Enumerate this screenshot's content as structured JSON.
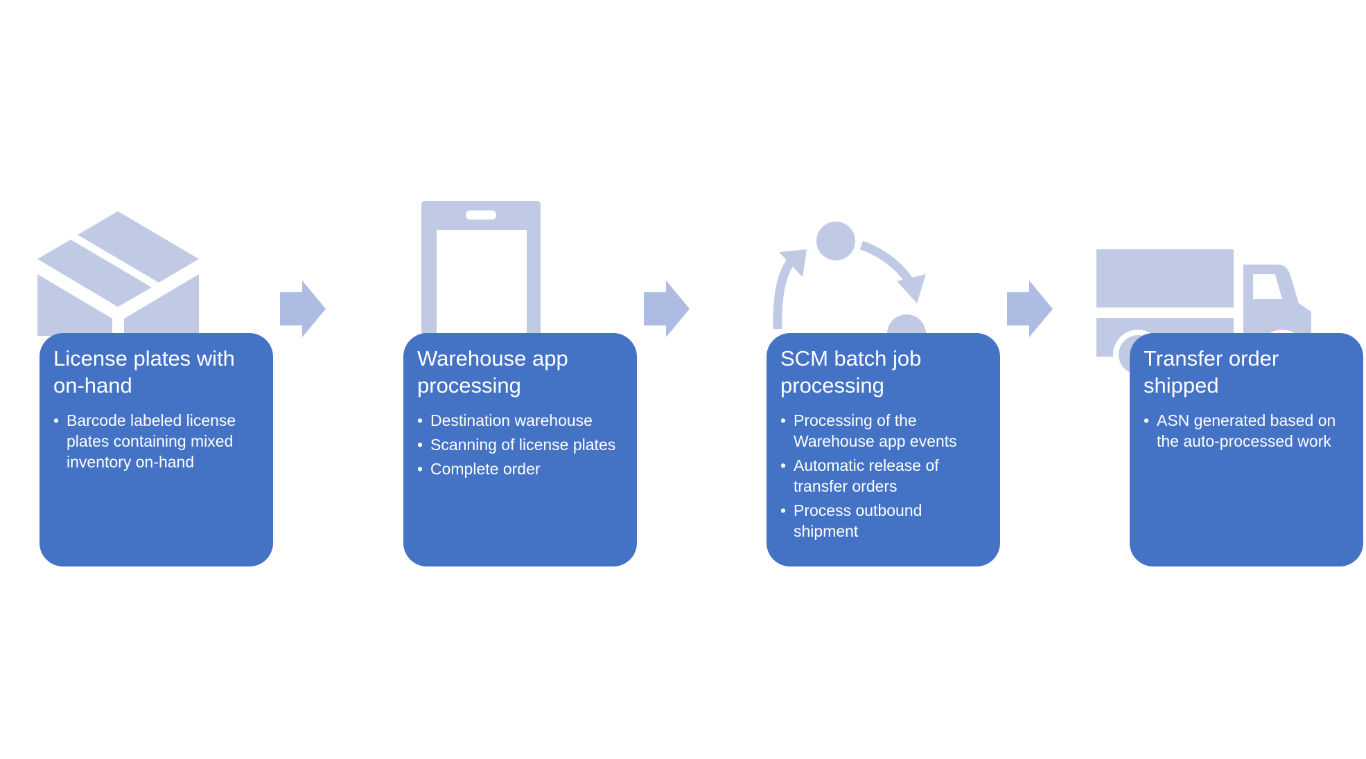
{
  "colors": {
    "card": "#4472c4",
    "icon": "#c0cae5",
    "arrow": "#aebce3",
    "text": "#ffffff"
  },
  "steps": [
    {
      "icon": "box-icon",
      "title": "License plates with\non-hand",
      "bullets": [
        "Barcode labeled license plates containing mixed inventory on-hand"
      ]
    },
    {
      "icon": "mobile-device-icon",
      "title": "Warehouse app\nprocessing",
      "bullets": [
        "Destination warehouse",
        "Scanning of license plates",
        "Complete order"
      ]
    },
    {
      "icon": "cycle-icon",
      "title": "SCM batch job\nprocessing",
      "bullets": [
        "Processing of the Warehouse app events",
        "Automatic release of transfer orders",
        "Process outbound shipment"
      ]
    },
    {
      "icon": "truck-icon",
      "title": "Transfer order\nshipped",
      "bullets": [
        "ASN generated based on the auto-processed work"
      ]
    }
  ],
  "connectors": [
    "arrow-right-icon",
    "arrow-right-icon",
    "arrow-right-icon"
  ]
}
